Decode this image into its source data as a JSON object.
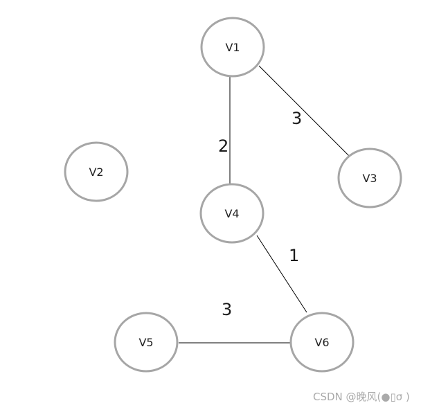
{
  "graph": {
    "nodes": [
      {
        "id": "v1",
        "label": "V1"
      },
      {
        "id": "v2",
        "label": "V2"
      },
      {
        "id": "v3",
        "label": "V3"
      },
      {
        "id": "v4",
        "label": "V4"
      },
      {
        "id": "v5",
        "label": "V5"
      },
      {
        "id": "v6",
        "label": "V6"
      }
    ],
    "edges": [
      {
        "from": "v1",
        "to": "v4",
        "weight": "2"
      },
      {
        "from": "v1",
        "to": "v3",
        "weight": "3"
      },
      {
        "from": "v4",
        "to": "v6",
        "weight": "1"
      },
      {
        "from": "v5",
        "to": "v6",
        "weight": "3"
      }
    ]
  },
  "watermark": {
    "text": "CSDN @晚风(●▯σ )"
  },
  "colors": {
    "node_stroke": "#a6a6a6",
    "edge": "#000000",
    "watermark": "#aaaaaa"
  }
}
